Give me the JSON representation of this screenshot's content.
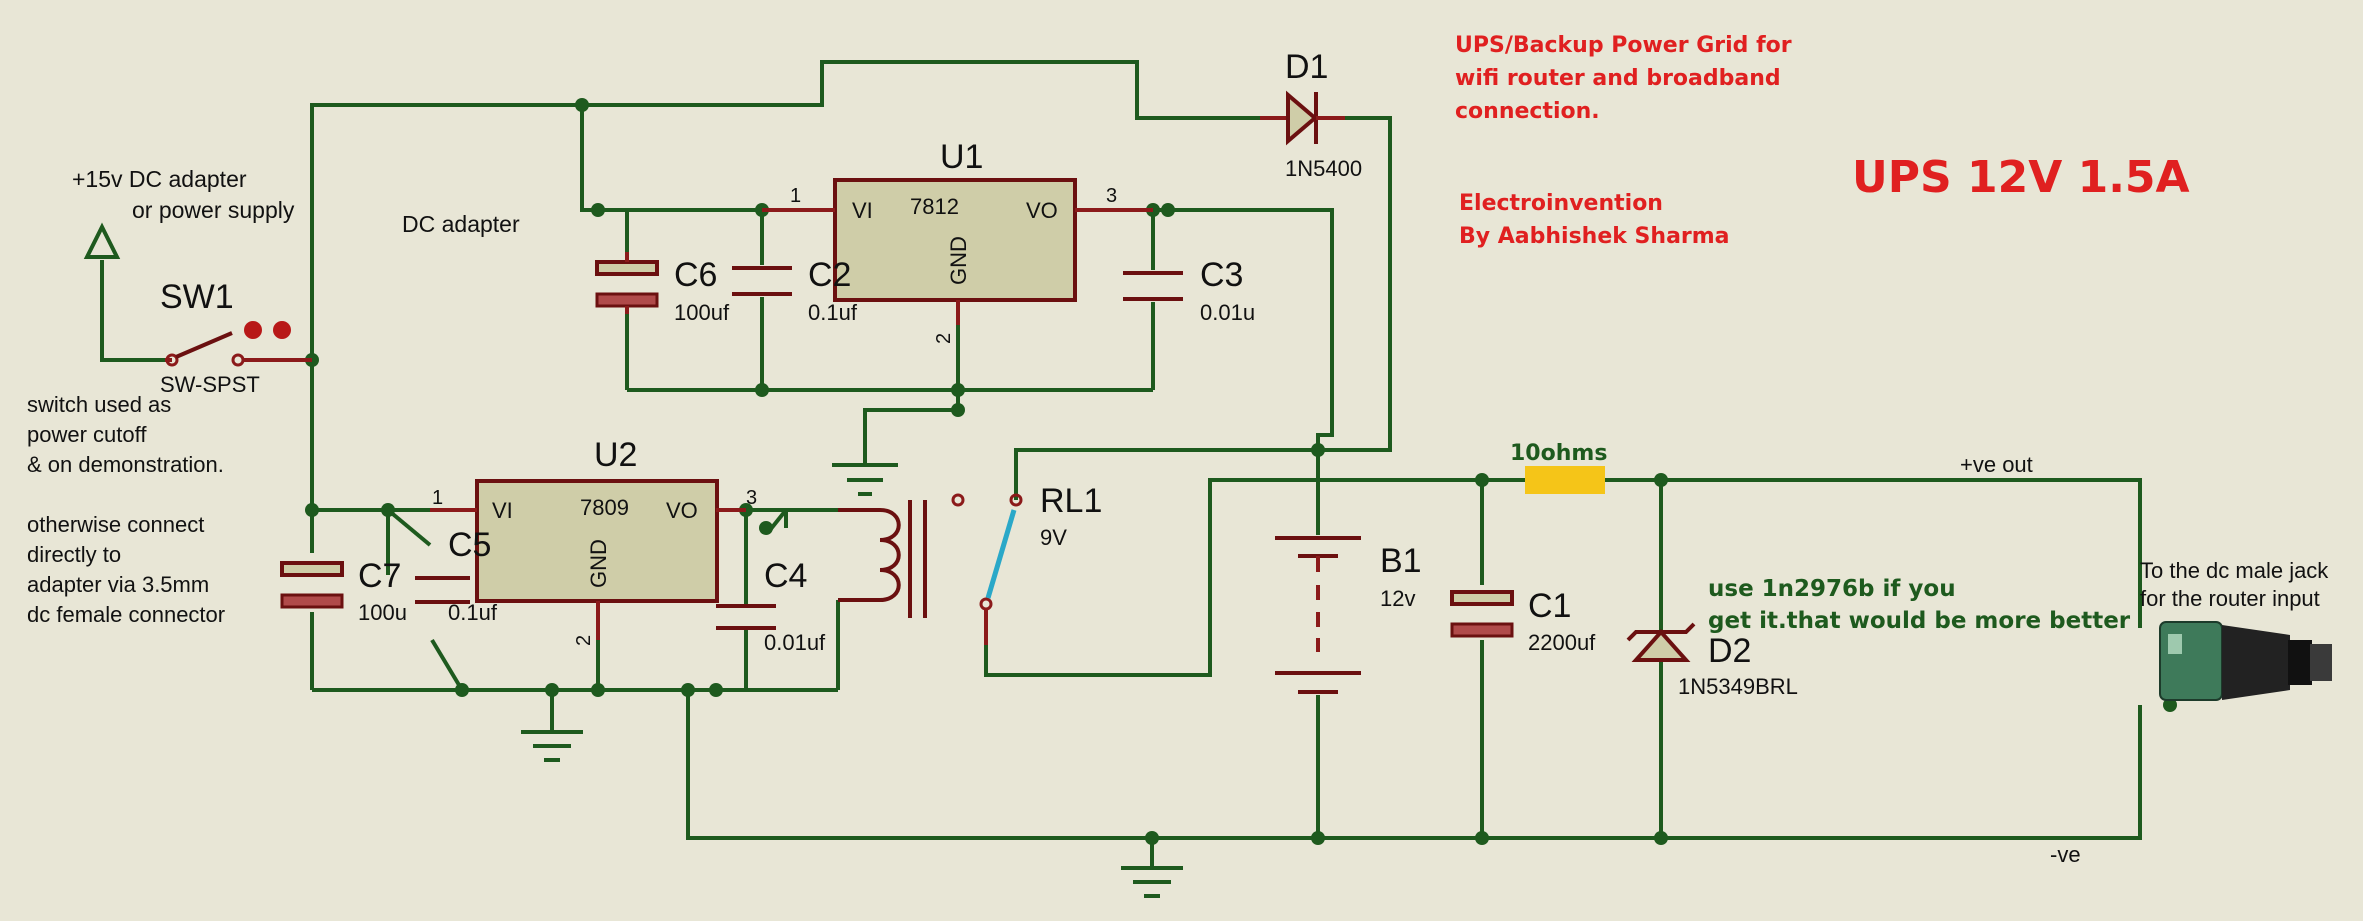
{
  "header": {
    "title_lines": [
      "UPS/Backup Power Grid for",
      "wifi router and broadband",
      "connection."
    ],
    "author_lines": [
      "Electroinvention",
      "By Aabhishek Sharma"
    ],
    "big_title": "UPS 12V 1.5A"
  },
  "input": {
    "adapter_lines": [
      "+15v DC adapter",
      "or power supply"
    ],
    "dc_adapter": "DC adapter",
    "note_lines": [
      "switch used as",
      "power cutoff",
      "& on demonstration.",
      "",
      "otherwise connect",
      "directly to",
      "adapter via 3.5mm",
      "dc female connector"
    ]
  },
  "components": {
    "sw1": {
      "ref": "SW1",
      "type": "SW-SPST"
    },
    "u1": {
      "ref": "U1",
      "part": "7812",
      "vi": "VI",
      "vo": "VO",
      "gnd": "GND",
      "pin_in": "1",
      "pin_out": "3",
      "pin_gnd": "2"
    },
    "u2": {
      "ref": "U2",
      "part": "7809",
      "vi": "VI",
      "vo": "VO",
      "gnd": "GND",
      "pin_in": "1",
      "pin_out": "3",
      "pin_gnd": "2"
    },
    "d1": {
      "ref": "D1",
      "part": "1N5400"
    },
    "d2": {
      "ref": "D2",
      "part": "1N5349BRL"
    },
    "c1": {
      "ref": "C1",
      "value": "2200uf"
    },
    "c2": {
      "ref": "C2",
      "value": "0.1uf"
    },
    "c3": {
      "ref": "C3",
      "value": "0.01u"
    },
    "c4": {
      "ref": "C4",
      "value": "0.01uf"
    },
    "c5": {
      "ref": "C5",
      "value": "0.1uf"
    },
    "c6": {
      "ref": "C6",
      "value": "100uf"
    },
    "c7": {
      "ref": "C7",
      "value": "100u"
    },
    "b1": {
      "ref": "B1",
      "value": "12v"
    },
    "rl1": {
      "ref": "RL1",
      "value": "9V"
    },
    "resistor": {
      "value": "10ohms",
      "color": "#f5c518"
    }
  },
  "notes": {
    "zener_lines": [
      "use 1n2976b if you",
      "get it.that would be more better"
    ],
    "jack_lines": [
      "To the dc male jack",
      "for the router input"
    ],
    "pos_out": "+ve out",
    "neg_out": "-ve"
  },
  "colors": {
    "wire": "#1e5a1e",
    "component": "#6b1010",
    "background": "#e8e6d6",
    "relay_switch": "#2aa8c8",
    "annotation": "#e02020"
  }
}
